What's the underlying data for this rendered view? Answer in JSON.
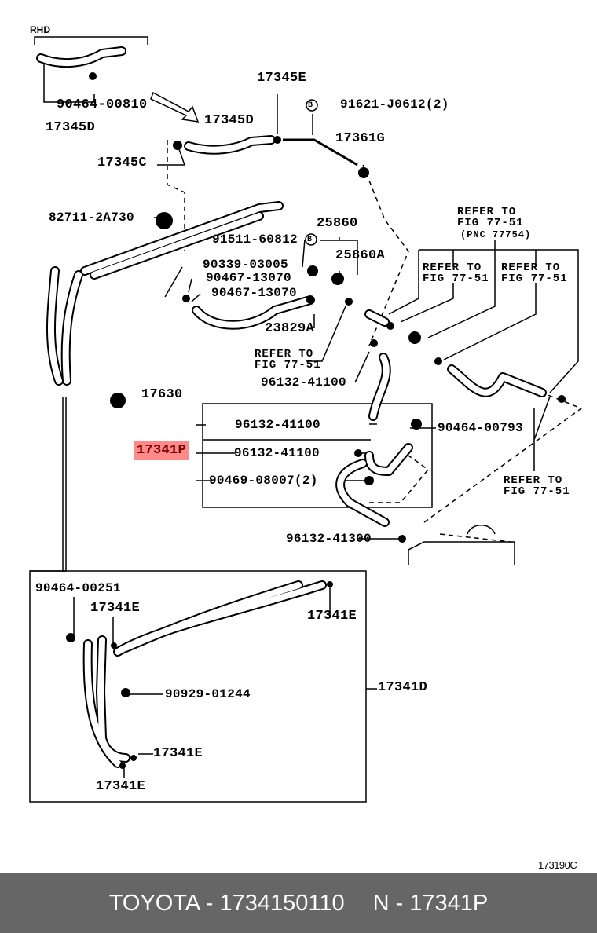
{
  "diagram": {
    "rhd_label": "RHD",
    "labels": {
      "p90464_00810": "90464-00810",
      "p17345D_rhd": "17345D",
      "p17345E": "17345E",
      "p91621": "91621-J0612(2)",
      "p17345D": "17345D",
      "p17361G": "17361G",
      "p17345C": "17345C",
      "p82711": "82711-2A730",
      "p25860": "25860",
      "p91511": "91511-60812",
      "p25860A": "25860A",
      "p90339": "90339-03005",
      "p90467a": "90467-13070",
      "p90467b": "90467-13070",
      "p23829A": "23829A",
      "p96132_a": "96132-41100",
      "p17630": "17630",
      "p96132_b": "96132-41100",
      "p90464_00793": "90464-00793",
      "p17341P": "17341P",
      "p96132_c": "96132-41100",
      "p90469": "90469-08007(2)",
      "p96132_41300": "96132-41300",
      "p90464_00251": "90464-00251",
      "p17341E_a": "17341E",
      "p17341E_b": "17341E",
      "p17341D": "17341D",
      "p90929": "90929-01244",
      "p17341E_c": "17341E",
      "p17341E_d": "17341E"
    },
    "circled_marker": "B",
    "refer": {
      "line1": "REFER TO",
      "line2": "FIG 77-51",
      "pnc": "(PNC 77754)"
    },
    "illustration_code": "173190C",
    "highlight_color": "#ff8a8a"
  },
  "footer": {
    "brand_part": "TOYOTA - 1734150110",
    "ref": "N - 17341P"
  }
}
